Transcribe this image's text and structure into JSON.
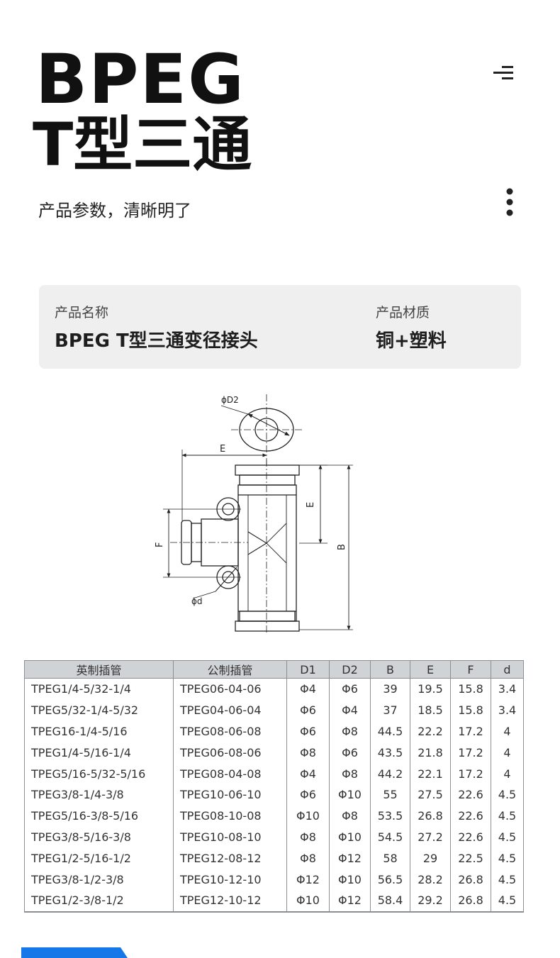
{
  "header": {
    "title_en": "BPEG",
    "title_cn": "T型三通",
    "subtitle": "产品参数，清晰明了",
    "menu_icon": "menu-lines-icon",
    "more_icon": "more-vertical-icon"
  },
  "info": {
    "name_label": "产品名称",
    "name_value": "BPEG  T型三通变径接头",
    "material_label": "产品材质",
    "material_value": "铜+塑料"
  },
  "diagram": {
    "labels": {
      "d2": "ϕD2",
      "e_top": "E",
      "e_side": "E",
      "b": "B",
      "f": "F",
      "d": "ϕd"
    }
  },
  "table": {
    "headers": [
      "英制插管",
      "公制插管",
      "D1",
      "D2",
      "B",
      "E",
      "F",
      "d"
    ],
    "rows": [
      [
        "TPEG1/4-5/32-1/4",
        "TPEG06-04-06",
        "Φ4",
        "Φ6",
        "39",
        "19.5",
        "15.8",
        "3.4"
      ],
      [
        "TPEG5/32-1/4-5/32",
        "TPEG04-06-04",
        "Φ6",
        "Φ4",
        "37",
        "18.5",
        "15.8",
        "3.4"
      ],
      [
        "TPEG16-1/4-5/16",
        "TPEG08-06-08",
        "Φ6",
        "Φ8",
        "44.5",
        "22.2",
        "17.2",
        "4"
      ],
      [
        "TPEG1/4-5/16-1/4",
        "TPEG06-08-06",
        "Φ8",
        "Φ6",
        "43.5",
        "21.8",
        "17.2",
        "4"
      ],
      [
        "TPEG5/16-5/32-5/16",
        "TPEG08-04-08",
        "Φ4",
        "Φ8",
        "44.2",
        "22.1",
        "17.2",
        "4"
      ],
      [
        "TPEG3/8-1/4-3/8",
        "TPEG10-06-10",
        "Φ6",
        "Φ10",
        "55",
        "27.5",
        "22.6",
        "4.5"
      ],
      [
        "TPEG5/16-3/8-5/16",
        "TPEG08-10-08",
        "Φ10",
        "Φ8",
        "53.5",
        "26.8",
        "22.6",
        "4.5"
      ],
      [
        "TPEG3/8-5/16-3/8",
        "TPEG10-08-10",
        "Φ8",
        "Φ10",
        "54.5",
        "27.2",
        "22.6",
        "4.5"
      ],
      [
        "TPEG1/2-5/16-1/2",
        "TPEG12-08-12",
        "Φ8",
        "Φ12",
        "58",
        "29",
        "22.5",
        "4.5"
      ],
      [
        "TPEG3/8-1/2-3/8",
        "TPEG10-12-10",
        "Φ12",
        "Φ10",
        "56.5",
        "28.2",
        "26.8",
        "4.5"
      ],
      [
        "TPEG1/2-3/8-1/2",
        "TPEG12-10-12",
        "Φ10",
        "Φ12",
        "58.4",
        "29.2",
        "26.8",
        "4.5"
      ]
    ]
  },
  "colors": {
    "accent_blue": "#1677e8",
    "table_header_bg": "#d0d3d6",
    "card_bg": "#efefef"
  }
}
